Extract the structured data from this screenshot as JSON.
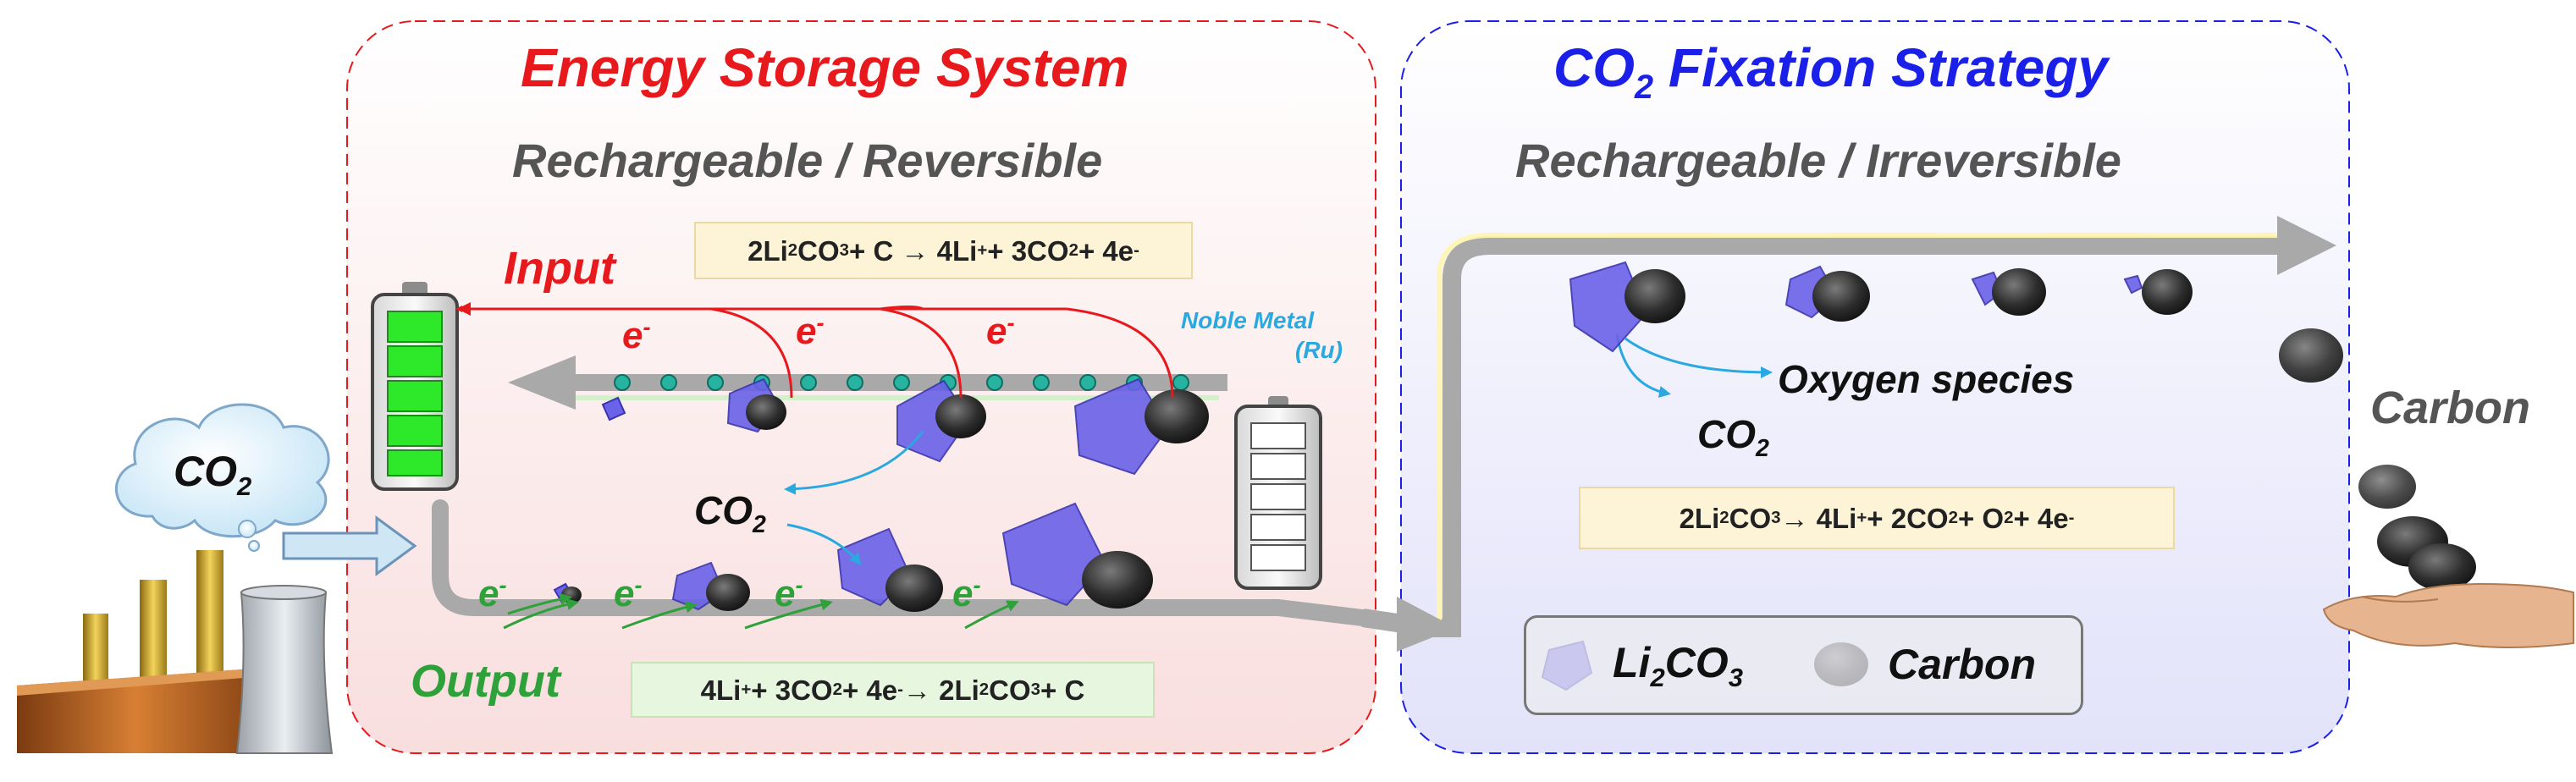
{
  "left_panel": {
    "title": "Energy Storage System",
    "subtitle": "Rechargeable / Reversible",
    "input_label": "Input",
    "output_label": "Output",
    "electron": "e",
    "electron_sup": "-",
    "noble_metal_line1": "Noble Metal",
    "noble_metal_line2": "(Ru)",
    "co2_text": "CO",
    "co2_sub": "2",
    "charge_equation": {
      "p1": "2Li",
      "s1": "2",
      "p2": "CO",
      "s2": "3",
      "p3": " + C → 4Li",
      "sup1": "+",
      "p4": " + 3CO",
      "s3": "2",
      "p5": " + 4e",
      "sup2": "-"
    },
    "discharge_equation": {
      "p1": "4Li",
      "sup1": "+",
      "p2": " + 3CO",
      "s1": "2",
      "p3": " + 4e",
      "sup2": "-",
      "p4": " → 2Li",
      "s2": "2",
      "p5": "CO",
      "s3": "3",
      "p6": " + C"
    }
  },
  "right_panel": {
    "title_a": "CO",
    "title_sub": "2",
    "title_b": " Fixation Strategy",
    "subtitle": "Rechargeable / Irreversible",
    "oxygen_species": "Oxygen species",
    "co2_text": "CO",
    "co2_sub": "2",
    "equation": {
      "p1": "2Li",
      "s1": "2",
      "p2": "CO",
      "s2": "3",
      "p3": " → 4Li",
      "sup1": "+",
      "p4": " + 2CO",
      "s3": "2",
      "p5": " + O",
      "s4": "2",
      "p6": " + 4e",
      "sup2": "-"
    },
    "legend": {
      "li2co3_a": "Li",
      "li2co3_s1": "2",
      "li2co3_b": "CO",
      "li2co3_s2": "3",
      "carbon": "Carbon"
    }
  },
  "source": {
    "cloud_text": "CO",
    "cloud_sub": "2"
  },
  "product": {
    "label": "Carbon"
  },
  "colors": {
    "red": "#e8191c",
    "blue": "#1b20e8",
    "green": "#2fa13a",
    "grey_text": "#555555",
    "pipe": "#a9a9a9",
    "crystal": "#6a62e8",
    "carbon": "#2b2b2b",
    "wire": "#ff0000",
    "cyan": "#2aa8e0"
  }
}
